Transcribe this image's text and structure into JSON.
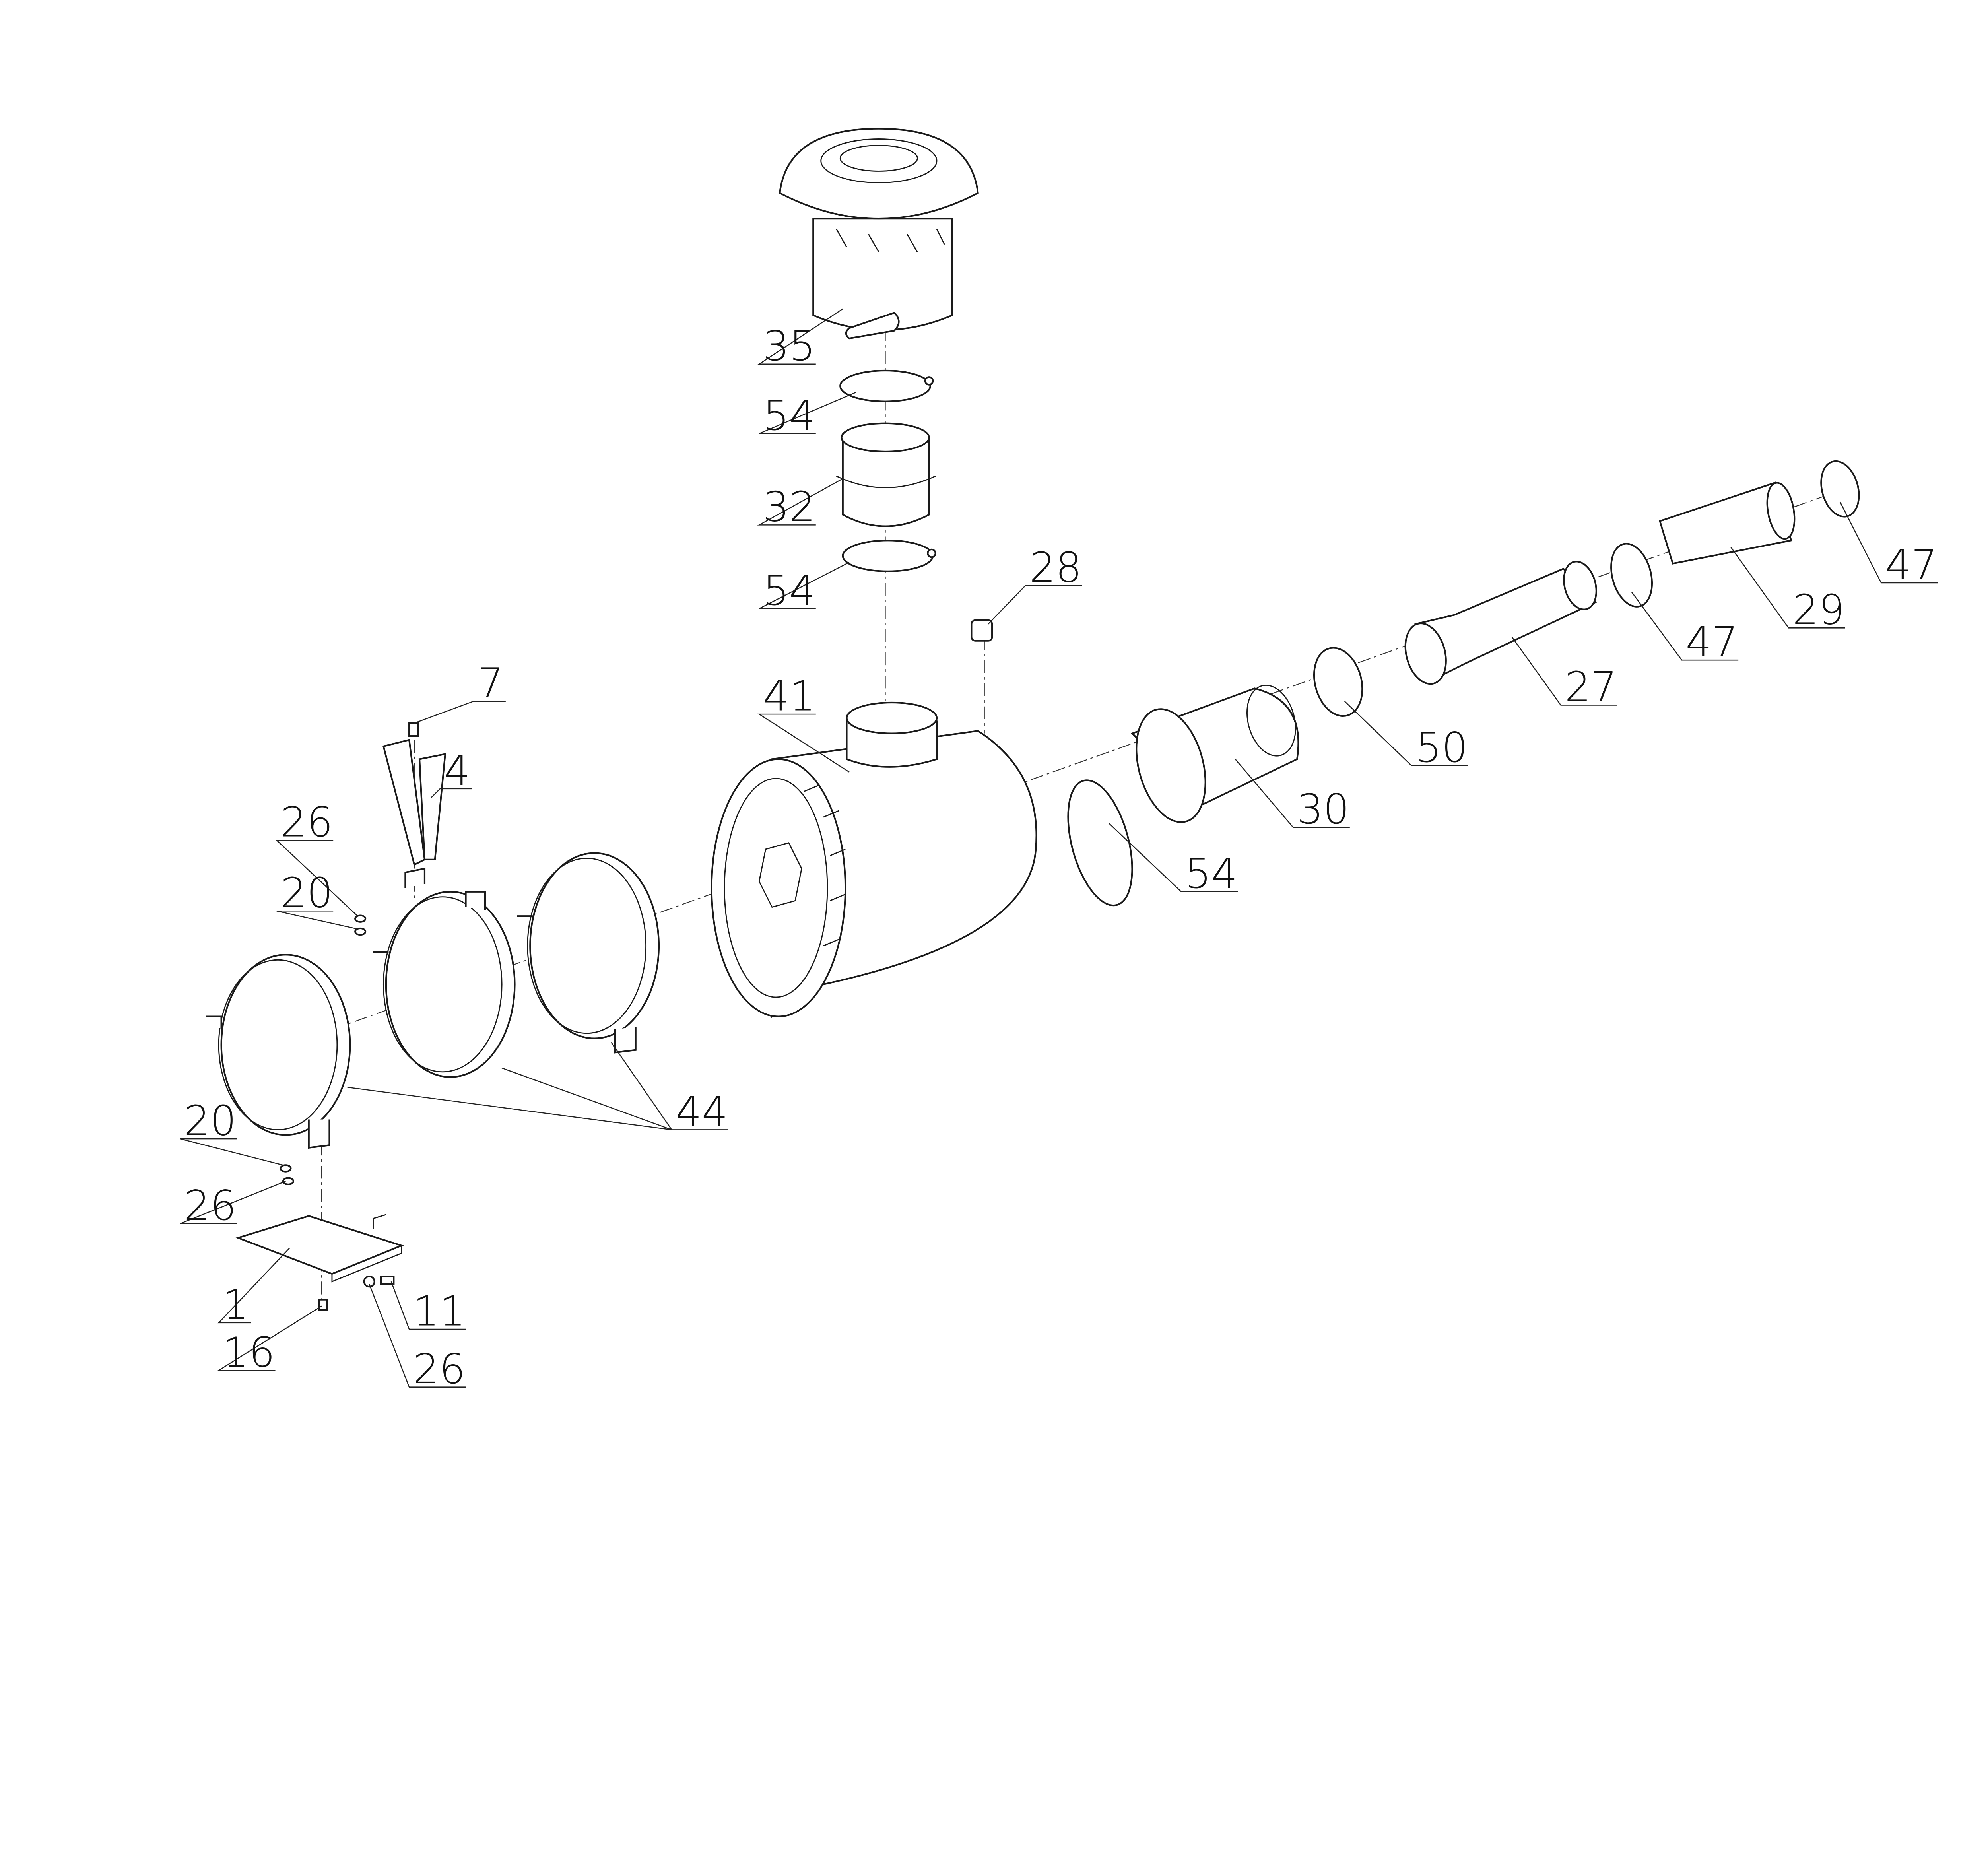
{
  "diagram": {
    "type": "exploded parts drawing",
    "callouts": [
      "35",
      "54",
      "32",
      "54",
      "28",
      "41",
      "7",
      "4",
      "26",
      "20",
      "44",
      "20",
      "26",
      "1",
      "11",
      "16",
      "26",
      "54",
      "30",
      "50",
      "27",
      "47",
      "29",
      "47"
    ]
  },
  "colors": {
    "line": "#1a1a1a",
    "background": "#ffffff"
  }
}
